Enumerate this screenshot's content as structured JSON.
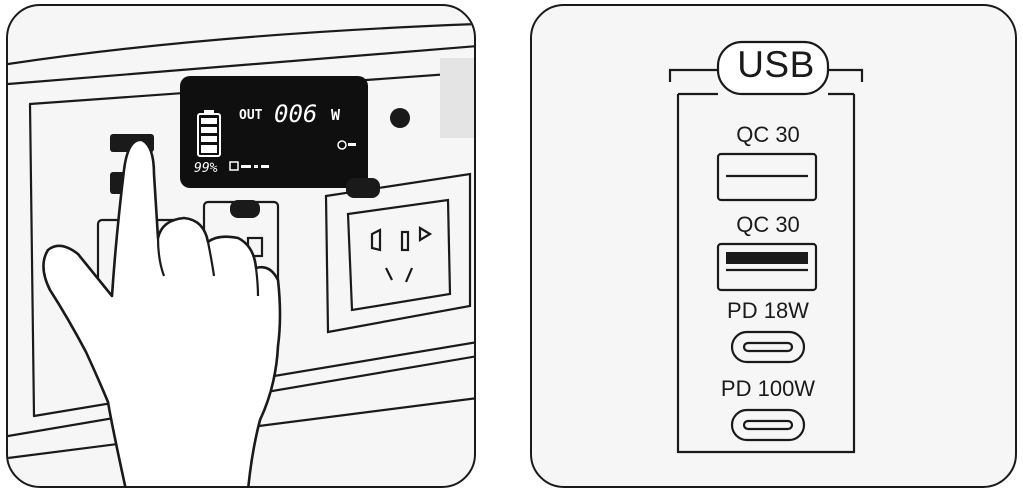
{
  "display": {
    "out_label": "OUT",
    "out_value": "006",
    "out_unit": "W",
    "battery_percent": "99%"
  },
  "usb_panel": {
    "title": "USB",
    "ports": [
      {
        "label": "QC 30",
        "type": "usb-a"
      },
      {
        "label": "QC 30",
        "type": "usb-a"
      },
      {
        "label": "PD 18W",
        "type": "usb-c"
      },
      {
        "label": "PD 100W",
        "type": "usb-c"
      }
    ]
  },
  "colors": {
    "outline": "#1a1a1a",
    "panel_background": "#f6f6f6",
    "display_background": "#0f0f0f",
    "display_text": "#ffffff"
  }
}
